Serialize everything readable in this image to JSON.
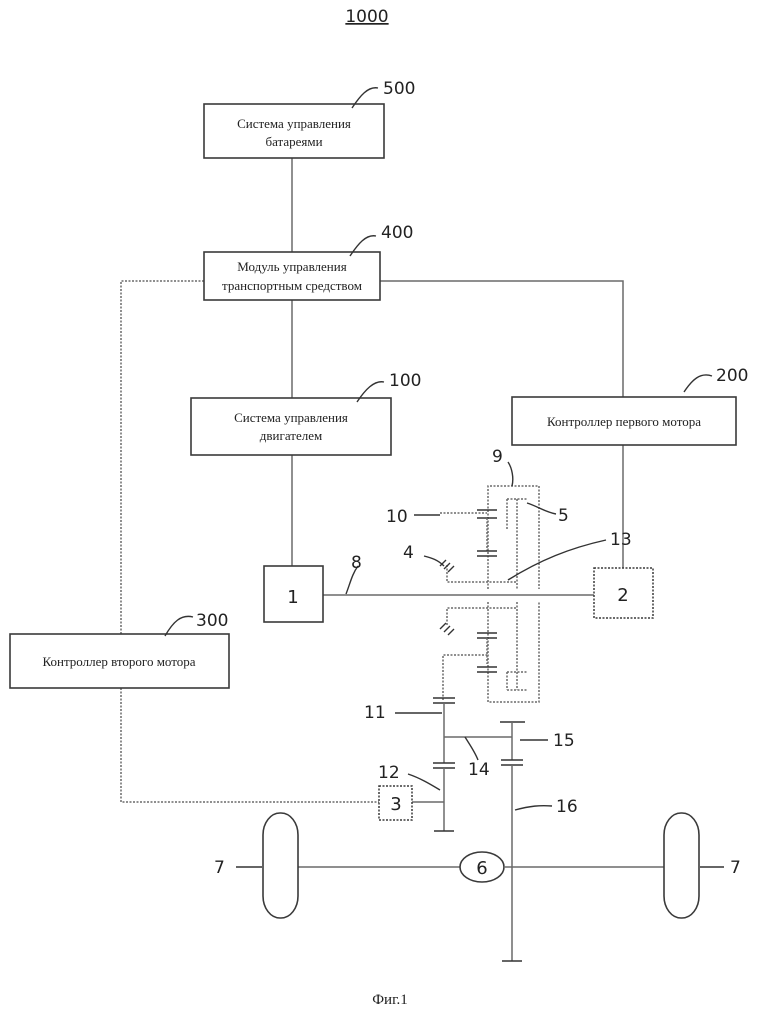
{
  "title": "1000",
  "caption": "Фиг.1",
  "blocks": {
    "bms": {
      "ref": "500",
      "line1": "Система управления",
      "line2": "батареями"
    },
    "vcu": {
      "ref": "400",
      "line1": "Модуль управления",
      "line2": "транспортным средством"
    },
    "ecu": {
      "ref": "100",
      "line1": "Система управления",
      "line2": "двигателем"
    },
    "mc1": {
      "ref": "200",
      "label": "Контроллер первого мотора"
    },
    "mc2": {
      "ref": "300",
      "label": "Контроллер второго мотора"
    }
  },
  "components": {
    "engine": "1",
    "motor1": "2",
    "motor2": "3",
    "differential": "6"
  },
  "refs": {
    "r4": "4",
    "r5": "5",
    "r7a": "7",
    "r7b": "7",
    "r8": "8",
    "r9": "9",
    "r10": "10",
    "r11": "11",
    "r12": "12",
    "r13": "13",
    "r14": "14",
    "r15": "15",
    "r16": "16"
  }
}
